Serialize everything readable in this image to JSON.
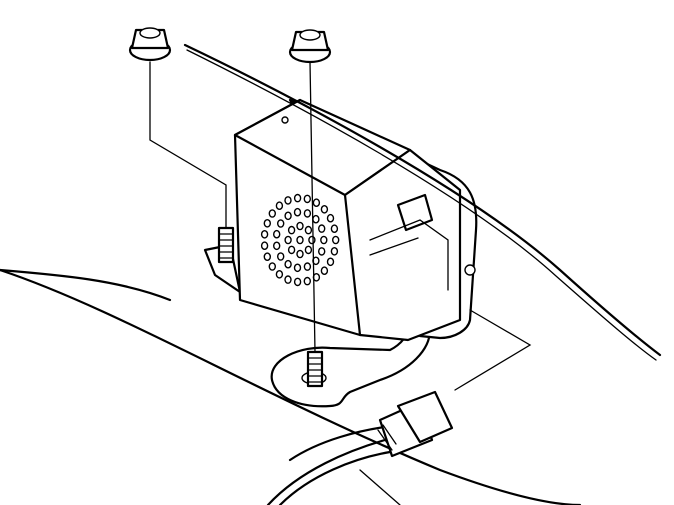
{
  "diagram": {
    "parts": [
      {
        "name": "flange-nut",
        "count": 2
      },
      {
        "name": "sounder-housing",
        "count": 1
      },
      {
        "name": "mounting-bracket",
        "count": 1
      },
      {
        "name": "mounting-stud",
        "count": 2
      },
      {
        "name": "electrical-connector",
        "count": 1
      },
      {
        "name": "wiring-harness",
        "count": 1
      }
    ]
  }
}
